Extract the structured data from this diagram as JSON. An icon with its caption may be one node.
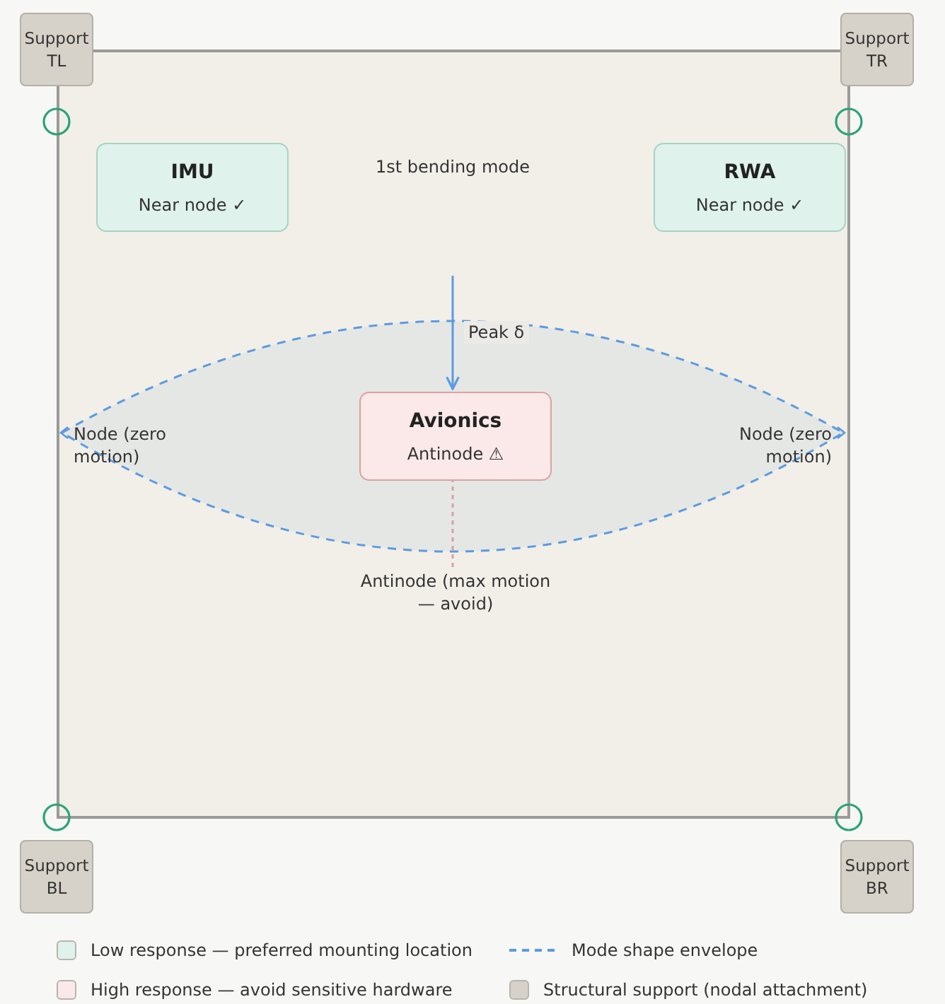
{
  "diagram": {
    "nodes": [
      {
        "text": [],
        "shape": "box"
      },
      {
        "text": [
          "Support TL"
        ]
      },
      {
        "text": [
          "Support TR"
        ]
      },
      {
        "text": [
          "IMU",
          "Near node ✓"
        ],
        "in": 0
      },
      {
        "text": [
          "RWA",
          "Near node ✓"
        ],
        "in": 0
      },
      {
        "text": [
          "Avionics",
          "Antinode ⚠"
        ],
        "in": 0
      },
      {
        "text": [
          "Antinode (max motion — avoid)"
        ],
        "in": 0
      },
      {
        "text": [
          "Support BL"
        ]
      },
      {
        "text": [
          "Support BR"
        ]
      }
    ],
    "edges": [
      {
        "from": null,
        "to": 5,
        "arrow": "to",
        "label": "Peak δ",
        "color": "#5b9be0"
      },
      {
        "from": 5,
        "to": 6,
        "arrow": "none",
        "style": "dashed",
        "color": "#d9a0a0"
      }
    ],
    "labels": [
      "1st bending mode",
      "Node (zero motion)",
      "Node (zero motion)"
    ],
    "legend": [
      {
        "text": "Low response — preferred mounting location",
        "color": "#dff2ec"
      },
      {
        "text": "Mode shape envelope"
      },
      {
        "text": "High response — avoid sensitive hardware",
        "color": "#fbe8e8"
      },
      {
        "text": "Structural support (nodal attachment)",
        "color": "#d6d2c9"
      }
    ]
  }
}
